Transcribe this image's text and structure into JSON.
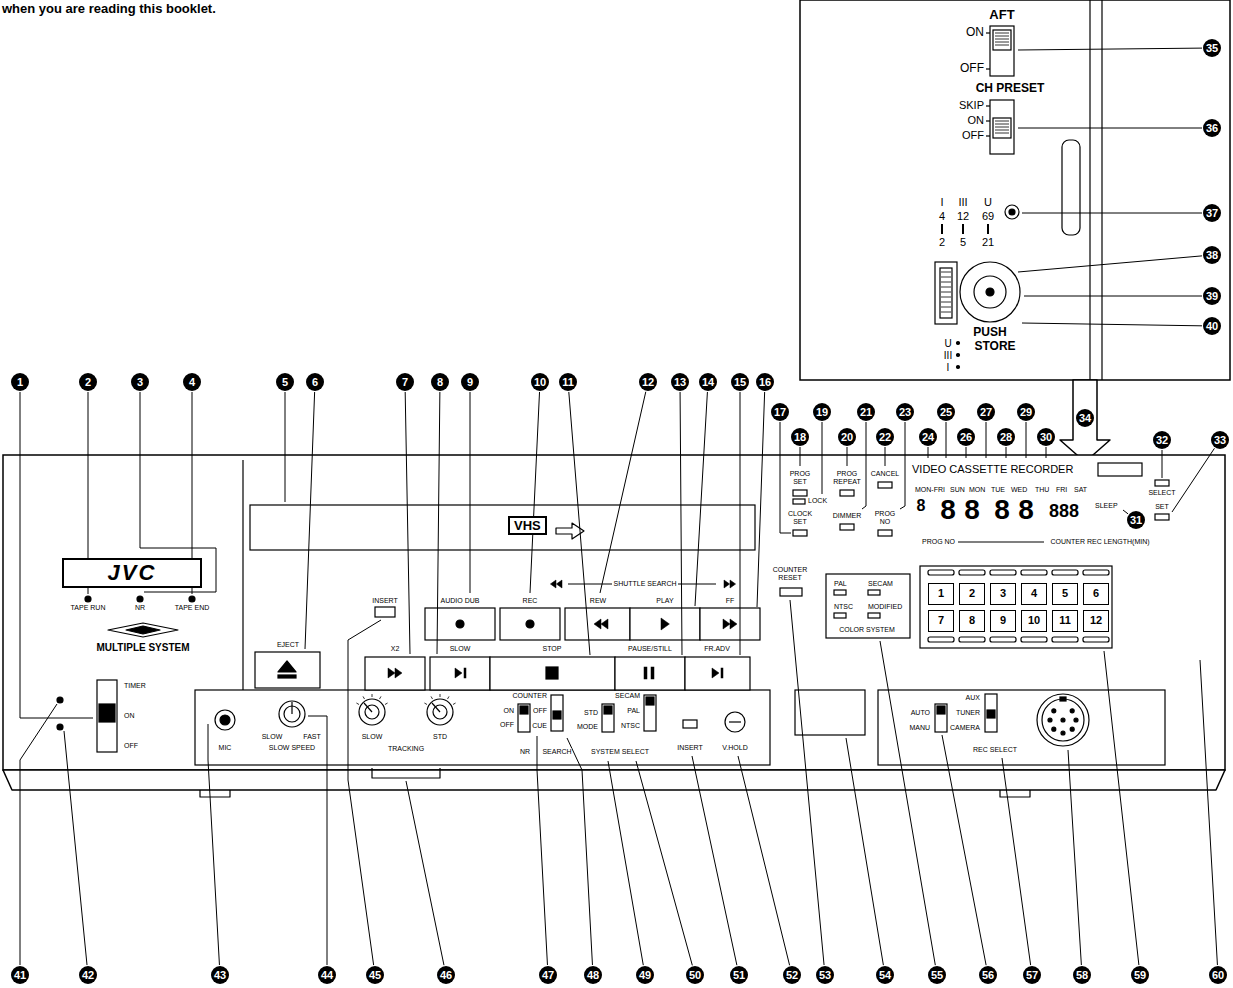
{
  "diagram": {
    "nodes": [
      {
        "text": [
          "JVC"
        ]
      },
      {
        "text": [
          "VHS"
        ]
      },
      {
        "text": [
          "1"
        ]
      },
      {
        "text": [
          "2"
        ]
      },
      {
        "text": [
          "3"
        ]
      },
      {
        "text": [
          "4"
        ]
      },
      {
        "text": [
          "5"
        ]
      },
      {
        "text": [
          "6"
        ]
      },
      {
        "text": [
          "7"
        ]
      },
      {
        "text": [
          "8"
        ]
      },
      {
        "text": [
          "9"
        ]
      },
      {
        "text": [
          "10"
        ]
      },
      {
        "text": [
          "11"
        ]
      },
      {
        "text": [
          "12"
        ]
      }
    ],
    "labels": [
      "when you are reading this booklet.",
      "AFT",
      "ON",
      "OFF",
      "CH PRESET",
      "SKIP",
      "ON",
      "OFF",
      "I",
      "III",
      "U",
      "4",
      "12",
      "69",
      "2",
      "5",
      "21",
      "PUSH",
      "STORE",
      "U",
      "III",
      "I",
      "TAPE RUN",
      "NR",
      "TAPE END",
      "MULTIPLE SYSTEM",
      "TIMER",
      "ON",
      "OFF",
      "EJECT",
      "INSERT",
      "AUDIO DUB",
      "REC",
      "REW",
      "PLAY",
      "FF",
      "SHUTTLE SEARCH",
      "X2",
      "SLOW",
      "STOP",
      "PAUSE/STILL",
      "FR.ADV",
      "VIDEO CASSETTE RECORDER",
      "PROG SET",
      "LOCK",
      "CLOCK SET",
      "PROG REPEAT",
      "DIMMER",
      "CANCEL",
      "PROG NO",
      "PROG NO",
      "MON-FRI",
      "SUN",
      "MON",
      "TUE",
      "WED",
      "THU",
      "FRI",
      "SAT",
      "SLEEP",
      "SELECT",
      "SET",
      "COUNTER REC LENGTH(MIN)",
      "8",
      "8",
      "8",
      "8",
      "8",
      "888",
      "COUNTER RESET",
      "PAL",
      "SECAM",
      "NTSC",
      "MODIFIED",
      "COLOR SYSTEM",
      "MIC",
      "SLOW",
      "FAST",
      "SLOW SPEED",
      "SLOW",
      "STD",
      "TRACKING",
      "ON",
      "OFF",
      "NR",
      "COUNTER",
      "OFF",
      "CUE",
      "SEARCH",
      "STD",
      "MODE",
      "SECAM",
      "PAL",
      "NTSC",
      "SYSTEM SELECT",
      "INSERT",
      "V.HOLD",
      "AUTO",
      "MANU",
      "AUX",
      "TUNER",
      "CAMERA",
      "REC SELECT",
      "1",
      "2",
      "3",
      "4",
      "5",
      "6",
      "7",
      "8",
      "9",
      "10",
      "11",
      "12",
      "13",
      "14",
      "15",
      "16",
      "17",
      "18",
      "19",
      "20",
      "21",
      "22",
      "23",
      "24",
      "25",
      "26",
      "27",
      "28",
      "29",
      "30",
      "31",
      "32",
      "33",
      "34",
      "35",
      "36",
      "37",
      "38",
      "39",
      "40",
      "41",
      "42",
      "43",
      "44",
      "45",
      "46",
      "47",
      "48",
      "49",
      "50",
      "51",
      "52",
      "53",
      "54",
      "55",
      "56",
      "57",
      "58",
      "59",
      "60"
    ]
  }
}
